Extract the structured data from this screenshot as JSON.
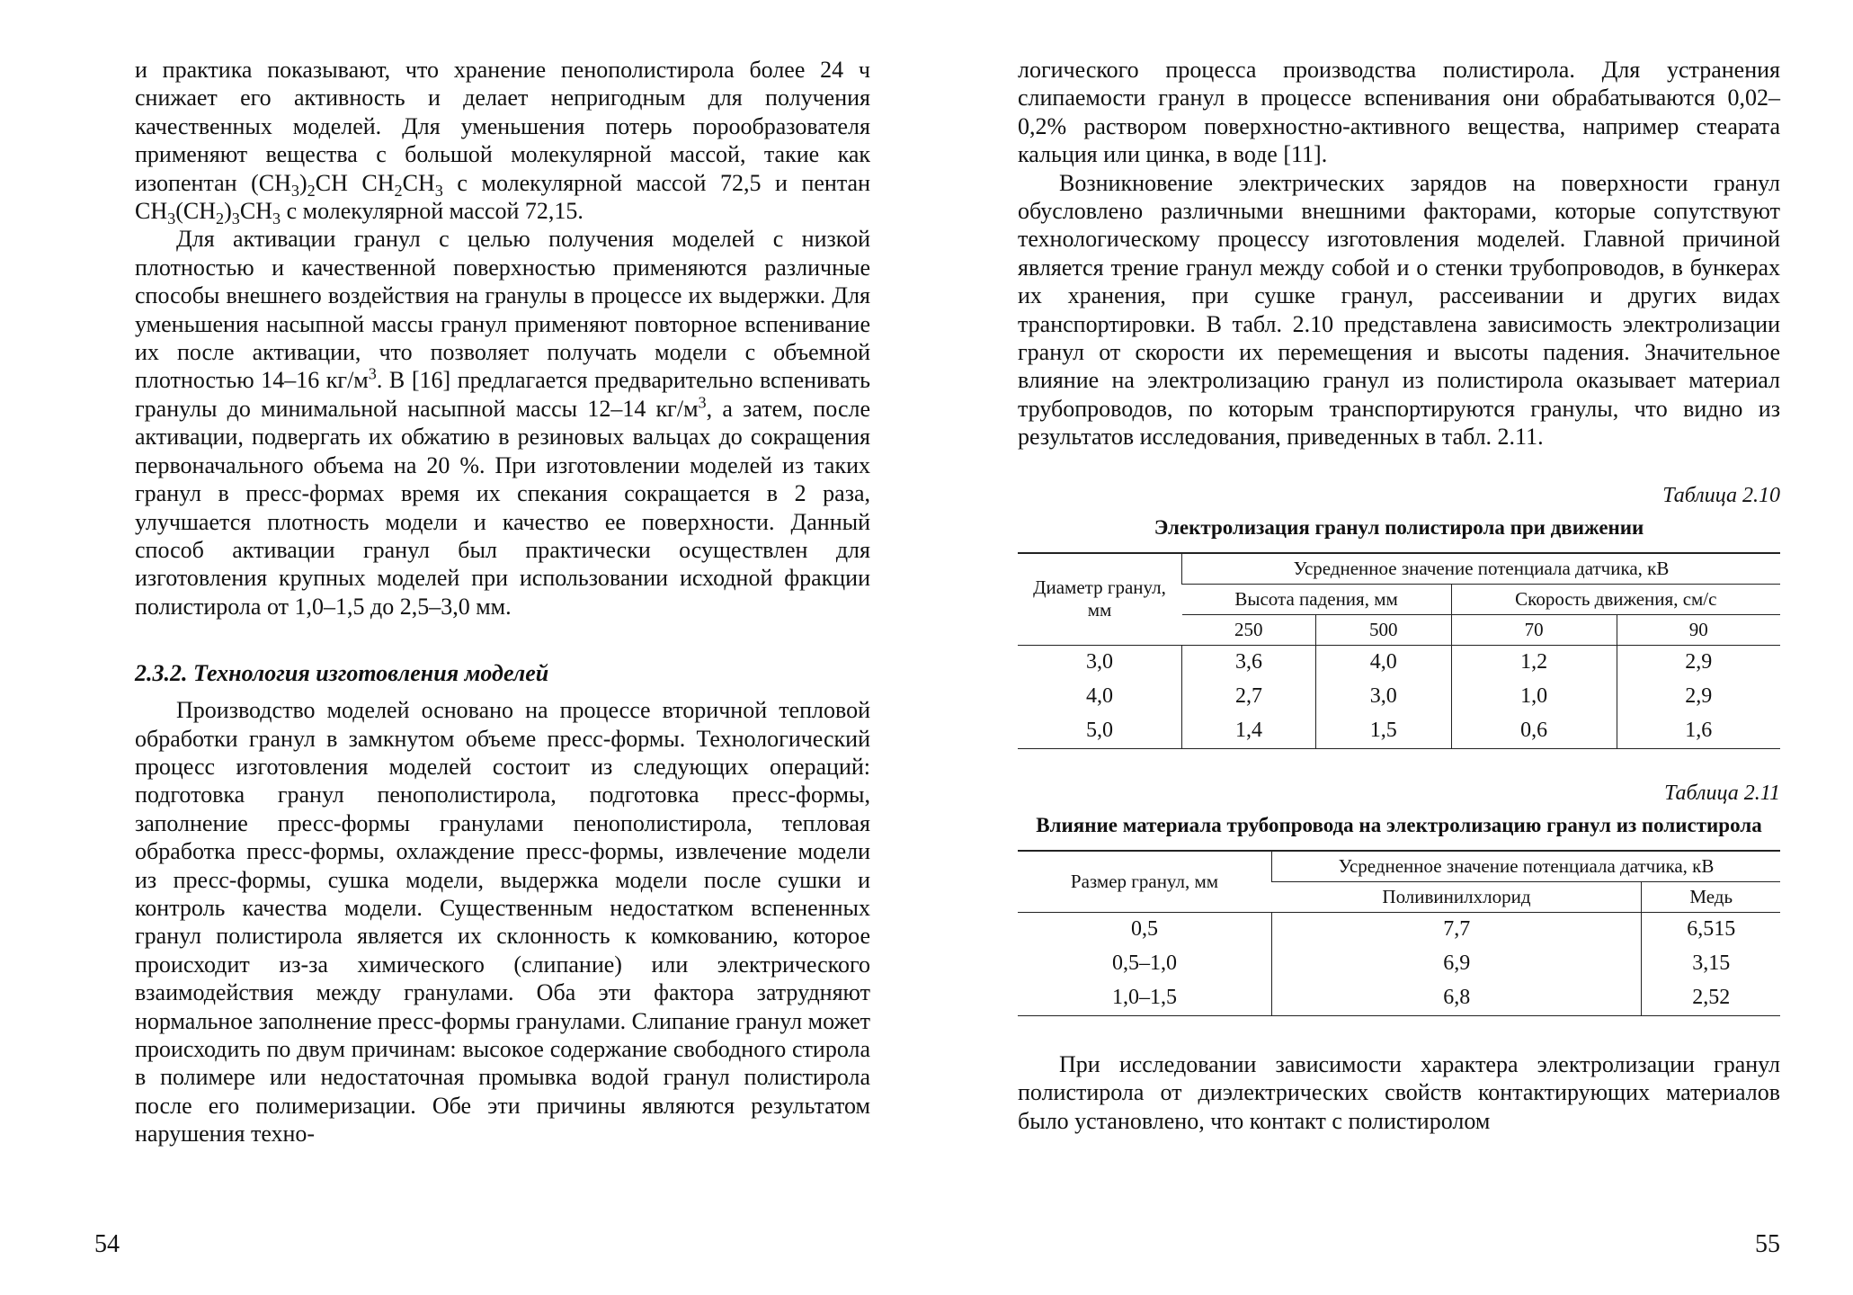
{
  "left_page": {
    "p1": {
      "a": "и практика показывают, что хранение пенополистирола более 24 ч снижает его активность и делает непригодным для получения качественных моделей. Для уменьшения потерь порообразователя применяют вещества с большой молекулярной массой, такие как изопентан (CH",
      "s1": "3",
      "b": ")",
      "s2": "2",
      "c": "CH CH",
      "s3": "2",
      "d": "CH",
      "s4": "3",
      "e": " с молекулярной массой 72,5 и пентан CH",
      "s5": "3",
      "f": "(CH",
      "s6": "2",
      "g": ")",
      "s7": "3",
      "h": "CH",
      "s8": "3",
      "i": " с молекулярной массой 72,15."
    },
    "p2": {
      "a": "Для активации гранул с целью получения моделей с низкой плотностью и качественной поверхностью применяются различные способы внешнего воздействия на гранулы в процессе их выдержки. Для уменьшения насыпной массы гранул применяют повторное вспенивание их после активации, что позволяет получать модели с объемной плотностью 14–16 кг/м",
      "sup1": "3",
      "b": ". В [16] предлагается предварительно вспенивать гранулы до минимальной насыпной массы 12–14 кг/м",
      "sup2": "3",
      "c": ", а затем, после активации, подвергать их обжатию в резиновых вальцах до сокращения первоначального объема на 20 %. При изготовлении моделей из таких гранул в пресс-формах время их спекания сокращается в 2 раза, улучшается плотность модели и качество ее поверхности. Данный способ активации гранул был практически осуществлен для изготовления крупных моделей при использовании исходной фракции полистирола от 1,0–1,5 до 2,5–3,0 мм."
    },
    "section_title": "2.3.2. Технология изготовления моделей",
    "p3": "Производство моделей основано на процессе вторичной тепловой обработки гранул в замкнутом объеме пресс-формы. Технологический процесс изготовления моделей состоит из следующих операций: подготовка гранул пенополистирола, подготовка пресс-формы, заполнение пресс-формы гранулами пенополистирола, тепловая обработка пресс-формы, охлаждение пресс-формы, извлечение модели из пресс-формы, сушка модели, выдержка модели после сушки и контроль качества модели. Существенным недостатком вспененных гранул полистирола является их склонность к комкованию, которое происходит из-за химического (слипание) или электрического взаимодействия между гранулами. Оба эти фактора затрудняют нормальное заполнение пресс-формы гранулами. Слипание гранул может происходить по двум причинам: высокое содержание свободного стирола в полимере или недостаточная промывка водой гранул полистирола после его полимеризации. Обе эти причины являются результатом нарушения техно-",
    "page_number": "54"
  },
  "right_page": {
    "p1": "логического процесса производства полистирола. Для устранения слипаемости гранул в процессе вспенивания они обрабатываются 0,02–0,2% раствором поверхностно-активного вещества, например стеарата кальция или цинка, в воде [11].",
    "p2": "Возникновение электрических зарядов на поверхности гранул обусловлено различными внешними факторами, которые сопутствуют технологическому процессу изготовления моделей. Главной причиной является трение гранул между собой и о стенки трубопроводов, в бункерах их хранения, при сушке гранул, рассеивании и других видах транспортировки. В табл. 2.10 представлена зависимость электролизации гранул от скорости их перемещения и высоты падения. Значительное влияние на электролизацию гранул из полистирола оказывает материал трубопроводов, по которым транспортируются гранулы, что видно из результатов исследования, приведенных в табл. 2.11.",
    "table1": {
      "label": "Таблица 2.10",
      "caption": "Электролизация гранул полистирола при движении",
      "h_diam": "Диаметр гранул, мм",
      "h_avg": "Усредненное значение потенциала датчика, кВ",
      "h_height": "Высота падения, мм",
      "h_speed": "Скорость движения, см/с",
      "sub": [
        "250",
        "500",
        "70",
        "90"
      ],
      "rows": [
        [
          "3,0",
          "3,6",
          "4,0",
          "1,2",
          "2,9"
        ],
        [
          "4,0",
          "2,7",
          "3,0",
          "1,0",
          "2,9"
        ],
        [
          "5,0",
          "1,4",
          "1,5",
          "0,6",
          "1,6"
        ]
      ]
    },
    "table2": {
      "label": "Таблица 2.11",
      "caption": "Влияние материала трубопровода на электролизацию гранул из полистирола",
      "h_size": "Размер гранул, мм",
      "h_avg": "Усредненное значение потенциала датчика, кВ",
      "h_pvc": "Поливинилхлорид",
      "h_cu": "Медь",
      "rows": [
        [
          "0,5",
          "7,7",
          "6,515"
        ],
        [
          "0,5–1,0",
          "6,9",
          "3,15"
        ],
        [
          "1,0–1,5",
          "6,8",
          "2,52"
        ]
      ]
    },
    "p3": "При исследовании зависимости характера электролизации гранул полистирола от диэлектрических свойств контактирующих материалов было установлено, что контакт с полистиролом",
    "page_number": "55"
  }
}
